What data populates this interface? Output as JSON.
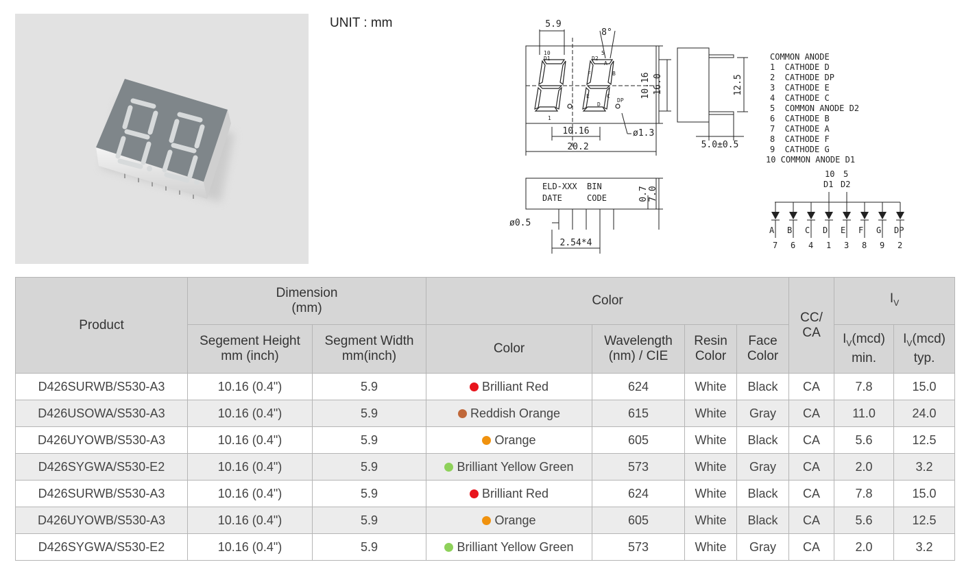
{
  "unit_label": "UNIT : mm",
  "drawing": {
    "dim_top_width": "5.9",
    "dim_angle": "8°",
    "dim_seg_height": "10.16",
    "dim_total_height": "16.0",
    "dim_pitch": "10.16",
    "dim_total_width": "20.2",
    "dim_dp_dia": "ø1.3",
    "dim_side_height": "12.5",
    "dim_side_depth": "5.0±0.5",
    "dim_pin_dia": "ø0.5",
    "dim_pin_pitch": "2.54*4",
    "dim_bottom_h1": "0.7",
    "dim_bottom_h2": "7.0",
    "label_line1": "ELD-XXX  BIN",
    "label_line2": "DATE     CODE",
    "pin_labels": [
      "10",
      "D1",
      "F",
      "A",
      "B",
      "E",
      "D",
      "C",
      "DP",
      "5",
      "D2",
      "1"
    ],
    "pinout": [
      "COMMON ANODE",
      "1  CATHODE D",
      "2  CATHODE DP",
      "3  CATHODE E",
      "4  CATHODE C",
      "5  COMMON ANODE D2",
      "6  CATHODE B",
      "7  CATHODE A",
      "8  CATHODE F",
      "9  CATHODE G",
      "10 COMMON ANODE D1"
    ],
    "anode_top": [
      "10",
      "5"
    ],
    "anode_names": [
      "D1",
      "D2"
    ],
    "segments": [
      "A",
      "B",
      "C",
      "D",
      "E",
      "F",
      "G",
      "DP"
    ],
    "seg_pins": [
      "7",
      "6",
      "4",
      "1",
      "3",
      "8",
      "9",
      "2"
    ]
  },
  "table": {
    "headers": {
      "product": "Product",
      "dimension_line1": "Dimension",
      "dimension_line2": "(mm)",
      "color_group": "Color",
      "cc_ca_line1": "CC/",
      "cc_ca_line2": "CA",
      "iv": "I",
      "iv_sub": "V",
      "seg_height_line1": "Segement Height",
      "seg_height_line2": "mm (inch)",
      "seg_width_line1": "Segment Width",
      "seg_width_line2": "mm(inch)",
      "color": "Color",
      "wavelength_line1": "Wavelength",
      "wavelength_line2": "(nm) / CIE",
      "resin_line1": "Resin",
      "resin_line2": "Color",
      "face_line1": "Face",
      "face_line2": "Color",
      "ivmin_pre": "I",
      "ivmin_sub": "V",
      "ivmin_post": "(mcd)",
      "ivmin_line2": "min.",
      "ivtyp_pre": "I",
      "ivtyp_sub": "V",
      "ivtyp_post": "(mcd)",
      "ivtyp_line2": "typ."
    },
    "rows": [
      {
        "product": "D426SURWB/S530-A3",
        "height": "10.16 (0.4\")",
        "width": "5.9",
        "color": "Brilliant Red",
        "dot": "#e8141c",
        "wavelength": "624",
        "resin": "White",
        "face": "Black",
        "ccca": "CA",
        "ivmin": "7.8",
        "ivtyp": "15.0"
      },
      {
        "product": "D426USOWA/S530-A3",
        "height": "10.16 (0.4\")",
        "width": "5.9",
        "color": "Reddish Orange",
        "dot": "#c0683a",
        "wavelength": "615",
        "resin": "White",
        "face": "Gray",
        "ccca": "CA",
        "ivmin": "11.0",
        "ivtyp": "24.0"
      },
      {
        "product": "D426UYOWB/S530-A3",
        "height": "10.16 (0.4\")",
        "width": "5.9",
        "color": "Orange",
        "dot": "#f0920e",
        "wavelength": "605",
        "resin": "White",
        "face": "Black",
        "ccca": "CA",
        "ivmin": "5.6",
        "ivtyp": "12.5"
      },
      {
        "product": "D426SYGWA/S530-E2",
        "height": "10.16 (0.4\")",
        "width": "5.9",
        "color": "Brilliant Yellow Green",
        "dot": "#8ed15a",
        "wavelength": "573",
        "resin": "White",
        "face": "Gray",
        "ccca": "CA",
        "ivmin": "2.0",
        "ivtyp": "3.2"
      },
      {
        "product": "D426SURWB/S530-A3",
        "height": "10.16 (0.4\")",
        "width": "5.9",
        "color": "Brilliant Red",
        "dot": "#e8141c",
        "wavelength": "624",
        "resin": "White",
        "face": "Black",
        "ccca": "CA",
        "ivmin": "7.8",
        "ivtyp": "15.0"
      },
      {
        "product": "D426UYOWB/S530-A3",
        "height": "10.16 (0.4\")",
        "width": "5.9",
        "color": "Orange",
        "dot": "#f0920e",
        "wavelength": "605",
        "resin": "White",
        "face": "Black",
        "ccca": "CA",
        "ivmin": "5.6",
        "ivtyp": "12.5"
      },
      {
        "product": "D426SYGWA/S530-E2",
        "height": "10.16 (0.4\")",
        "width": "5.9",
        "color": "Brilliant Yellow Green",
        "dot": "#8ed15a",
        "wavelength": "573",
        "resin": "White",
        "face": "Gray",
        "ccca": "CA",
        "ivmin": "2.0",
        "ivtyp": "3.2"
      }
    ]
  }
}
